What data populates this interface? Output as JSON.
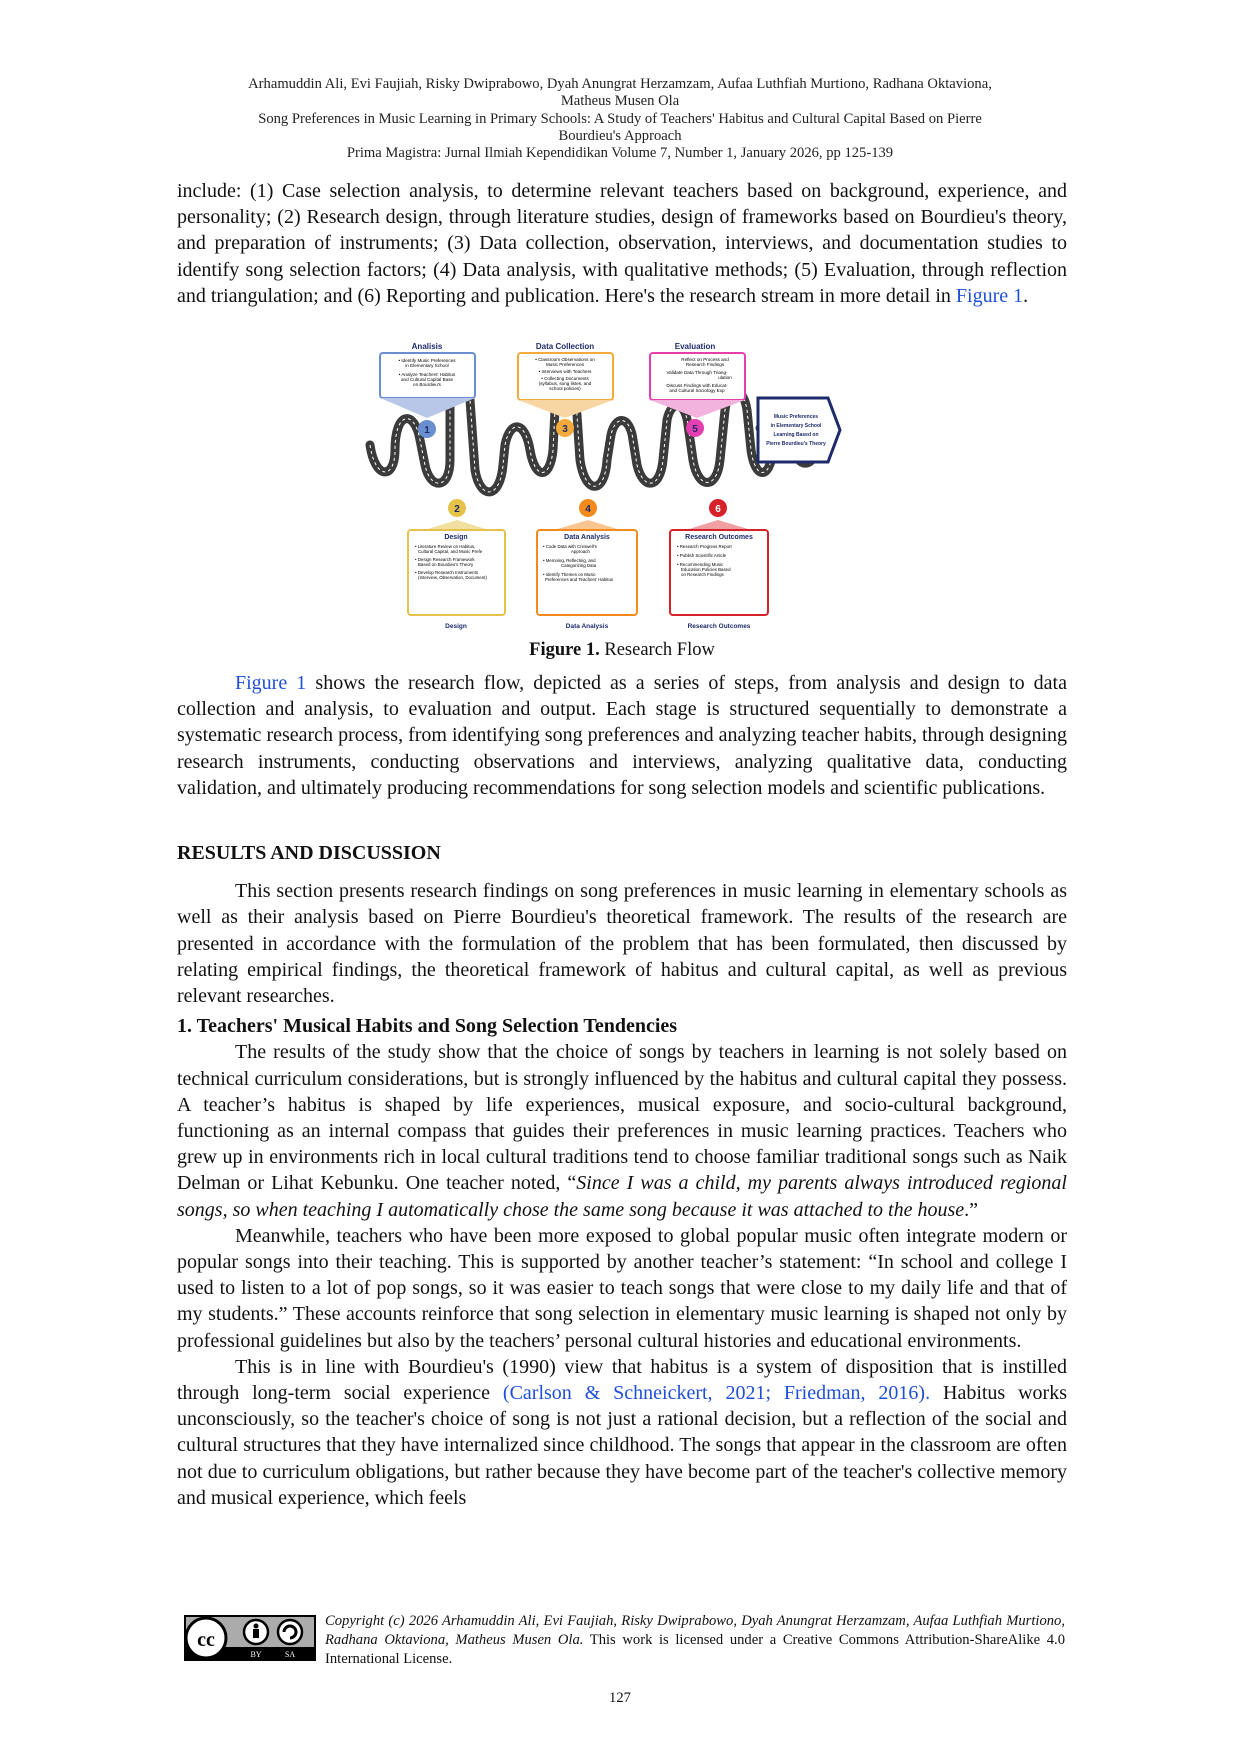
{
  "header": {
    "authors_line1": "Arhamuddin Ali, Evi Faujiah, Risky Dwiprabowo, Dyah Anungrat Herzamzam, Aufaa Luthfiah Murtiono, Radhana Oktaviona,",
    "authors_line2": "Matheus Musen Ola",
    "title_line1": "Song Preferences in Music Learning in Primary Schools: A Study of Teachers' Habitus and Cultural Capital Based on Pierre",
    "title_line2": "Bourdieu's Approach",
    "journal": "Prima Magistra: Jurnal Ilmiah Kependidikan Volume 7, Number 1, January 2026, pp 125-139"
  },
  "para_intro": {
    "text": "include: (1) Case selection analysis, to determine relevant teachers based on background, experience, and personality; (2) Research design, through literature studies, design of frameworks based on Bourdieu's theory, and preparation of instruments; (3) Data collection, observation, interviews, and documentation studies to identify song selection factors; (4) Data analysis, with qualitative methods; (5) Evaluation, through reflection and triangulation; and (6) Reporting and publication. Here's the research stream in more detail in ",
    "link": "Figure 1",
    "end": "."
  },
  "figure": {
    "stage1_title": "Analisis",
    "stage1_items": [
      "• Identify Music Preferences",
      "in Elementary School",
      "• Analyze Teachers' Habitus",
      "and Cultural Capital Base",
      "on Bourdieu's"
    ],
    "stage2_title": "Design",
    "stage2_items": [
      "• Literature Review on Habitus,",
      "Cultural Capital, and Music Prefe",
      "• Design Research Framework",
      "Based on Bourdieu's Theory",
      "• Develop Research Instruments",
      "(Interview, Observation, Document)"
    ],
    "stage2_bottom": "Design",
    "stage3_title": "Data Collection",
    "stage3_items": [
      "• Classroom Observations on",
      "Music Preferences",
      "• Interviews with Teachers",
      "• Collecting Documents",
      "(syllabus, song listes, and",
      "school policies)"
    ],
    "stage4_title": "Data Analysis",
    "stage4_items": [
      "• Code Data with Creswell's",
      "Approach",
      "• Memoing, Reflecting, and",
      "Categorizing Data",
      "• Identify Themes on Music",
      "Preferences and Teachers' Habitus"
    ],
    "stage4_bottom": "Data Analysis",
    "stage5_title": "Evaluation",
    "stage5_items": [
      "Reflect on Process and",
      "Research Findings",
      "Validate Data Through Triang-",
      "ulation",
      "Discuss Findings with Educat-",
      "and Cultural Sociology Exp"
    ],
    "stage6_title": "Research Outcomes",
    "stage6_items": [
      "• Research Progress Report",
      "• Publish Scientific Article",
      "• Recommending Music",
      "Education Policies Based",
      "on Research Findings"
    ],
    "stage6_bottom": "Research Outcomes",
    "goal_lines": [
      "Music Preferences",
      "in Elementary School",
      "Learning Based on",
      "Pierre Bourdieu's Theory"
    ],
    "numbers": [
      "1",
      "2",
      "3",
      "4",
      "5",
      "6"
    ],
    "colors": {
      "stage1": "#6a8fd0",
      "stage2": "#e7c24a",
      "stage3": "#f4a93b",
      "stage4": "#f28a1e",
      "stage5": "#e43fb0",
      "stage6": "#d6232a",
      "goal": "#1d2b6b",
      "road": "#3b3b3b"
    }
  },
  "caption": {
    "label": "Figure 1.",
    "text": " Research Flow"
  },
  "para_fig": {
    "link": "Figure 1",
    "text": " shows the research flow, depicted as a series of steps, from analysis and design to data collection and analysis, to evaluation and output. Each stage is structured sequentially to demonstrate a systematic research process, from identifying song preferences and analyzing teacher habits, through designing research instruments, conducting observations and interviews, analyzing qualitative data, conducting validation, and ultimately producing recommendations for song selection models and scientific publications."
  },
  "section_heading": "RESULTS AND DISCUSSION",
  "para_section": "This section presents research findings on song preferences in music learning in elementary schools as well as their analysis based on Pierre Bourdieu's theoretical framework. The results of the research are presented in accordance with the formulation of the problem that has been formulated, then discussed by relating empirical findings, the theoretical framework of habitus and cultural capital, as well as previous relevant researches.",
  "sub_heading": "1.  Teachers' Musical Habits and Song Selection Tendencies",
  "para_results": {
    "text": "The results of the study show that the choice of songs by teachers in learning is not solely based on technical curriculum considerations, but is strongly influenced by the habitus and cultural capital they possess. A teacher’s habitus is shaped by life experiences, musical exposure, and socio-cultural background, functioning as an internal compass that guides their preferences in music learning practices. Teachers who grew up in environments rich in local cultural traditions tend to choose familiar traditional songs such as Naik Delman or Lihat Kebunku. One teacher noted, “",
    "quote": "Since I was a child, my parents always introduced regional songs, so when teaching I automatically chose the same song because it was attached to the house",
    "end": ".”"
  },
  "para_meanwhile": "Meanwhile, teachers who have been more exposed to global popular music often integrate modern or popular songs into their teaching. This is supported by another teacher’s statement: “In school and college I used to listen to a lot of pop songs, so it was easier to teach songs that were close to my daily life and that of my students.” These accounts reinforce that song selection in elementary music learning is shaped not only by professional guidelines but also by the teachers’ personal cultural histories and educational environments.",
  "para_bourdieu": {
    "text1": "This is in line with Bourdieu's (1990) view that habitus is a system of disposition that is instilled through long-term social experience ",
    "cite": "(Carlson & Schneickert, 2021; Friedman, 2016).",
    "text2": " Habitus works unconsciously, so the teacher's choice of song is not just a rational decision, but a reflection of the social and cultural structures that they have internalized since childhood. The songs that appear in the classroom are often not due to curriculum obligations, but rather because they have become part of the teacher's collective memory and musical experience, which feels"
  },
  "footer": {
    "copyright_italic": "Copyright (c) 2026 Arhamuddin Ali, Evi Faujiah, Risky Dwiprabowo, Dyah Anungrat Herzamzam, Aufaa Luthfiah Murtiono, Radhana Oktaviona, Matheus Musen Ola.",
    "license": " This work is licensed under a Creative Commons Attribution-ShareAlike 4.0 International License.",
    "cc_badge": "cc",
    "cc_by": "BY",
    "cc_sa": "SA"
  },
  "page_number": "127"
}
